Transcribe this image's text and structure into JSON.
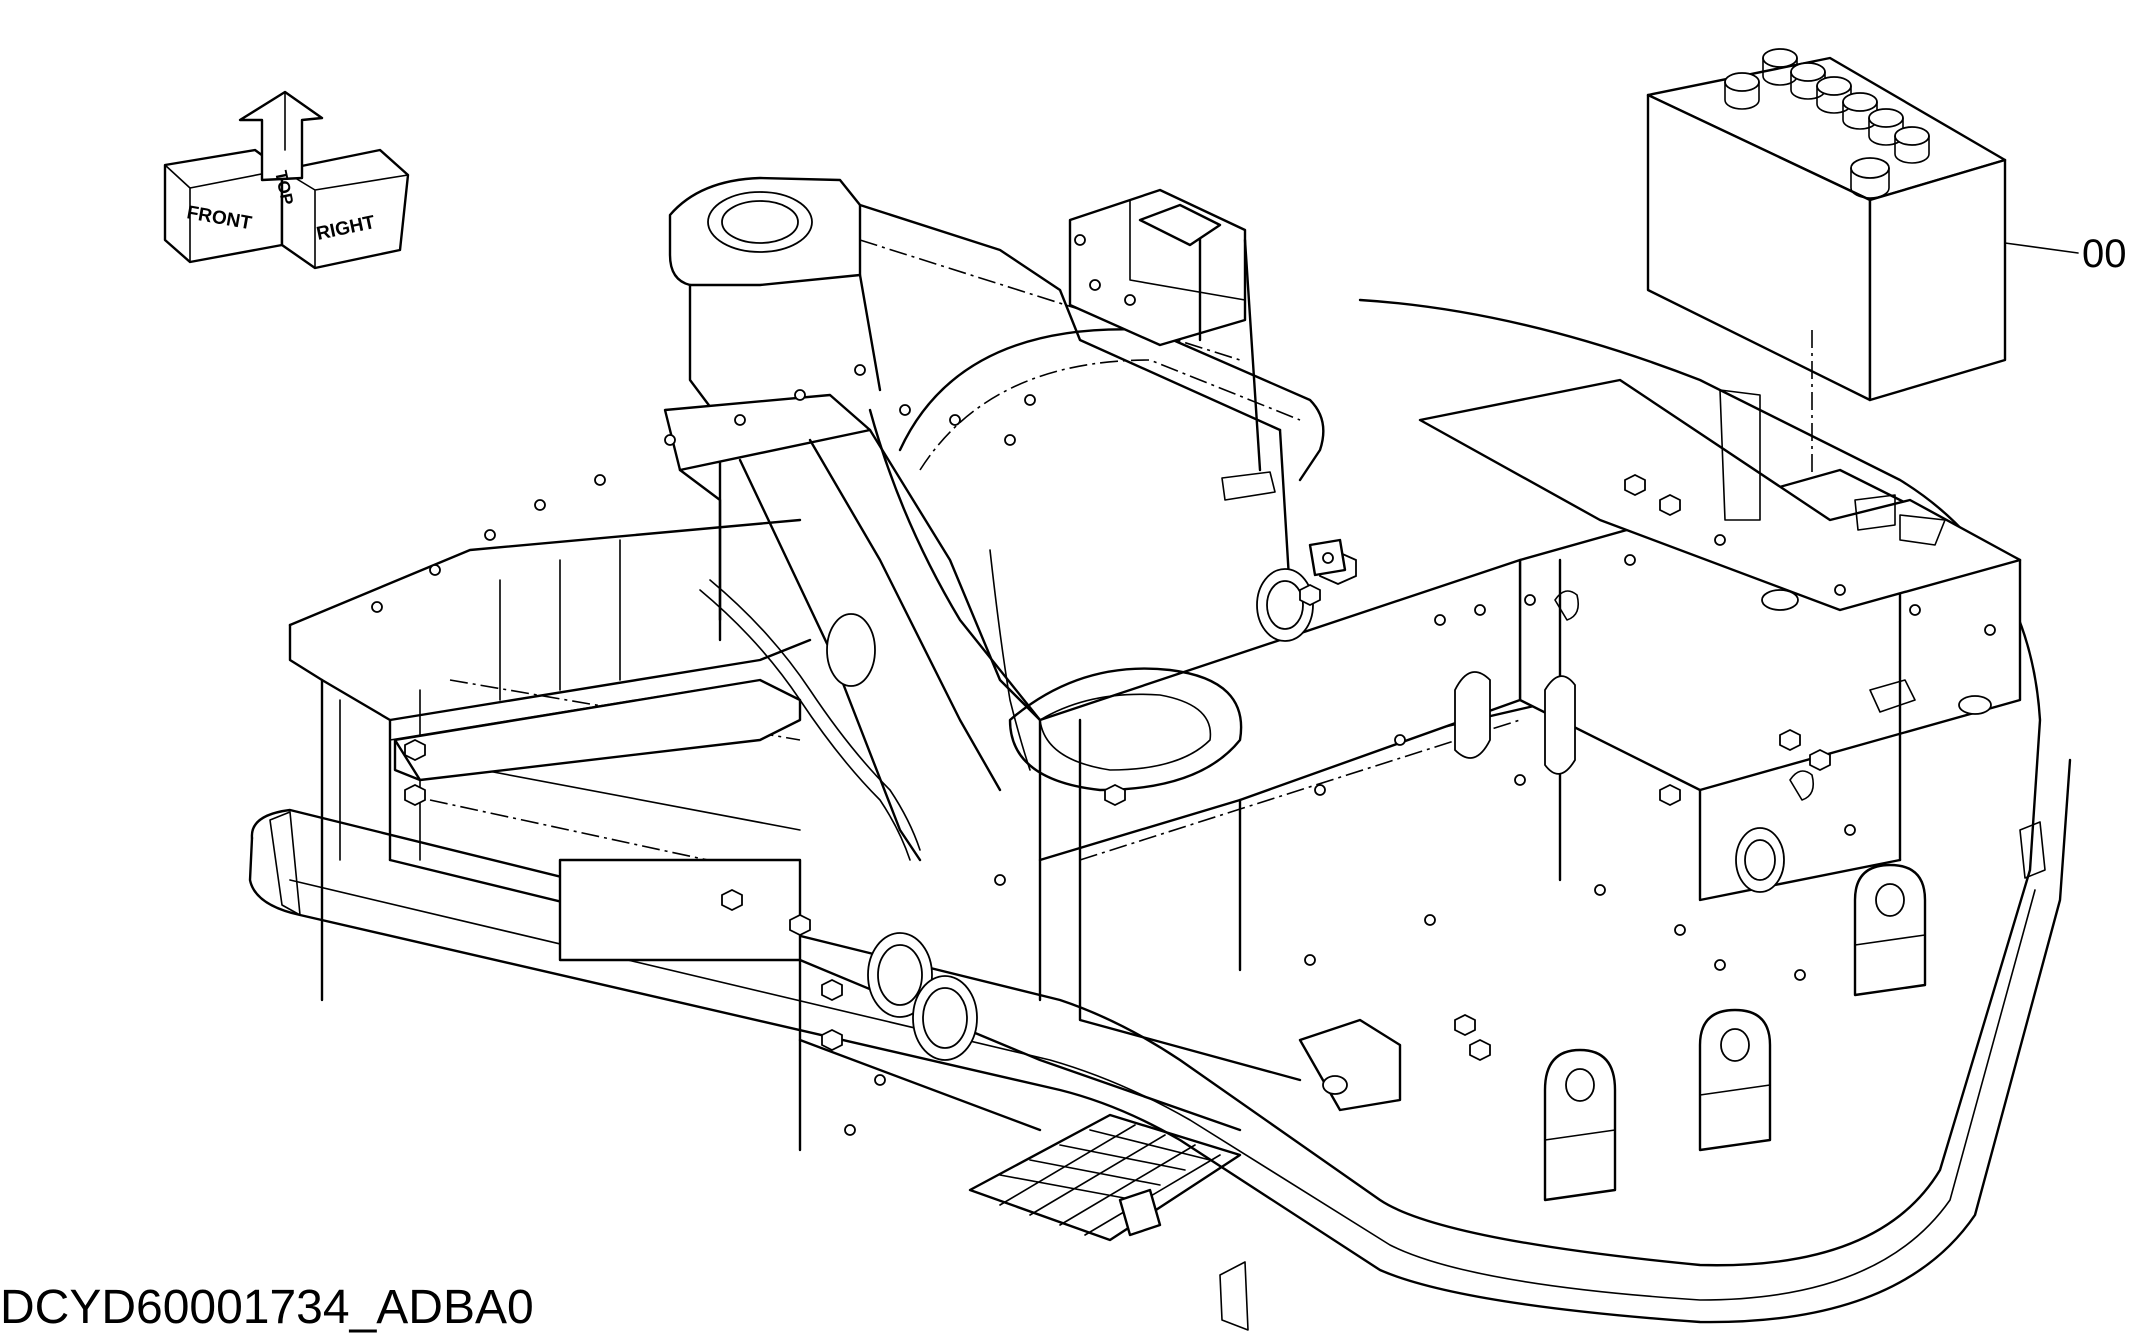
{
  "drawing_id": "DCYD60001734_ADBA0",
  "callouts": [
    {
      "id": "battery",
      "label": "00"
    }
  ],
  "orientation_indicator": {
    "front": "FRONT",
    "top": "TOP",
    "right": "RIGHT"
  }
}
